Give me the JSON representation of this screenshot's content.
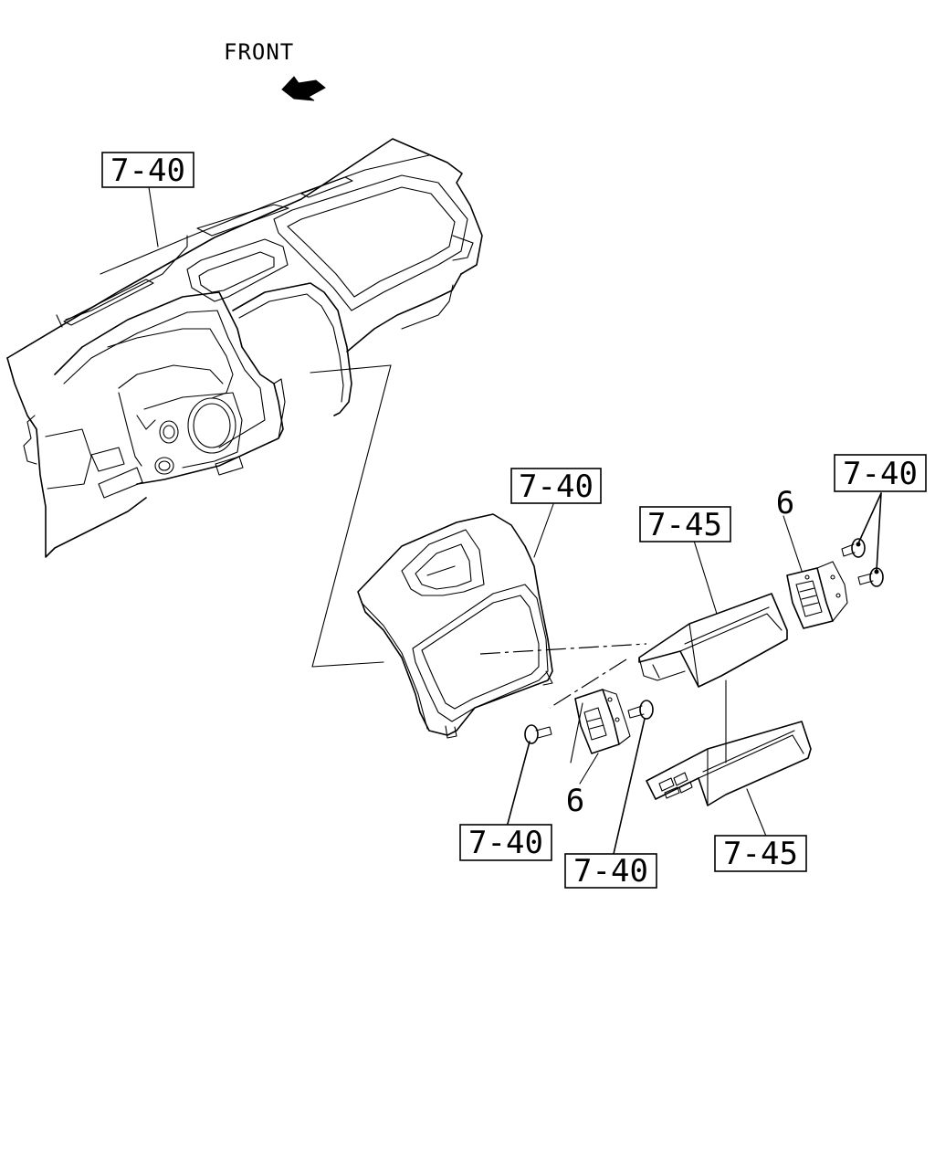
{
  "diagram": {
    "direction_label": "FRONT",
    "callouts": {
      "dashboard_ref": "7-40",
      "center_panel_ref": "7-40",
      "pocket_upper_ref": "7-45",
      "bracket_right_number": "6",
      "screws_right_ref": "7-40",
      "bracket_left_number": "6",
      "screw_left_ref": "7-40",
      "screw_mid_ref": "7-40",
      "pocket_lower_ref": "7-45"
    }
  }
}
